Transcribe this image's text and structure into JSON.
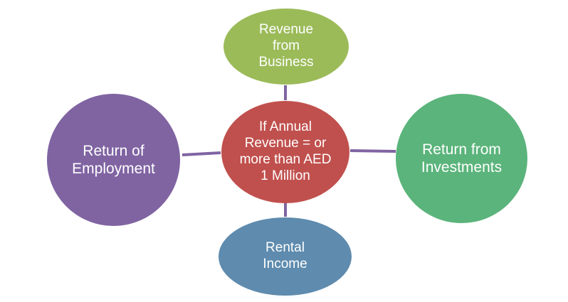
{
  "diagram": {
    "center": {
      "label": "If Annual Revenue = or more than AED 1 Million",
      "color": "#C0504D"
    },
    "nodes": [
      {
        "id": "top",
        "label": "Revenue from Business",
        "color": "#9BBB59"
      },
      {
        "id": "right",
        "label": "Return from Investments",
        "color": "#5BB47B"
      },
      {
        "id": "bottom",
        "label": "Rental Income",
        "color": "#5E8BAE"
      },
      {
        "id": "left",
        "label": "Return of Employment",
        "color": "#8064A2"
      }
    ],
    "connector_color": "#8064A2"
  }
}
